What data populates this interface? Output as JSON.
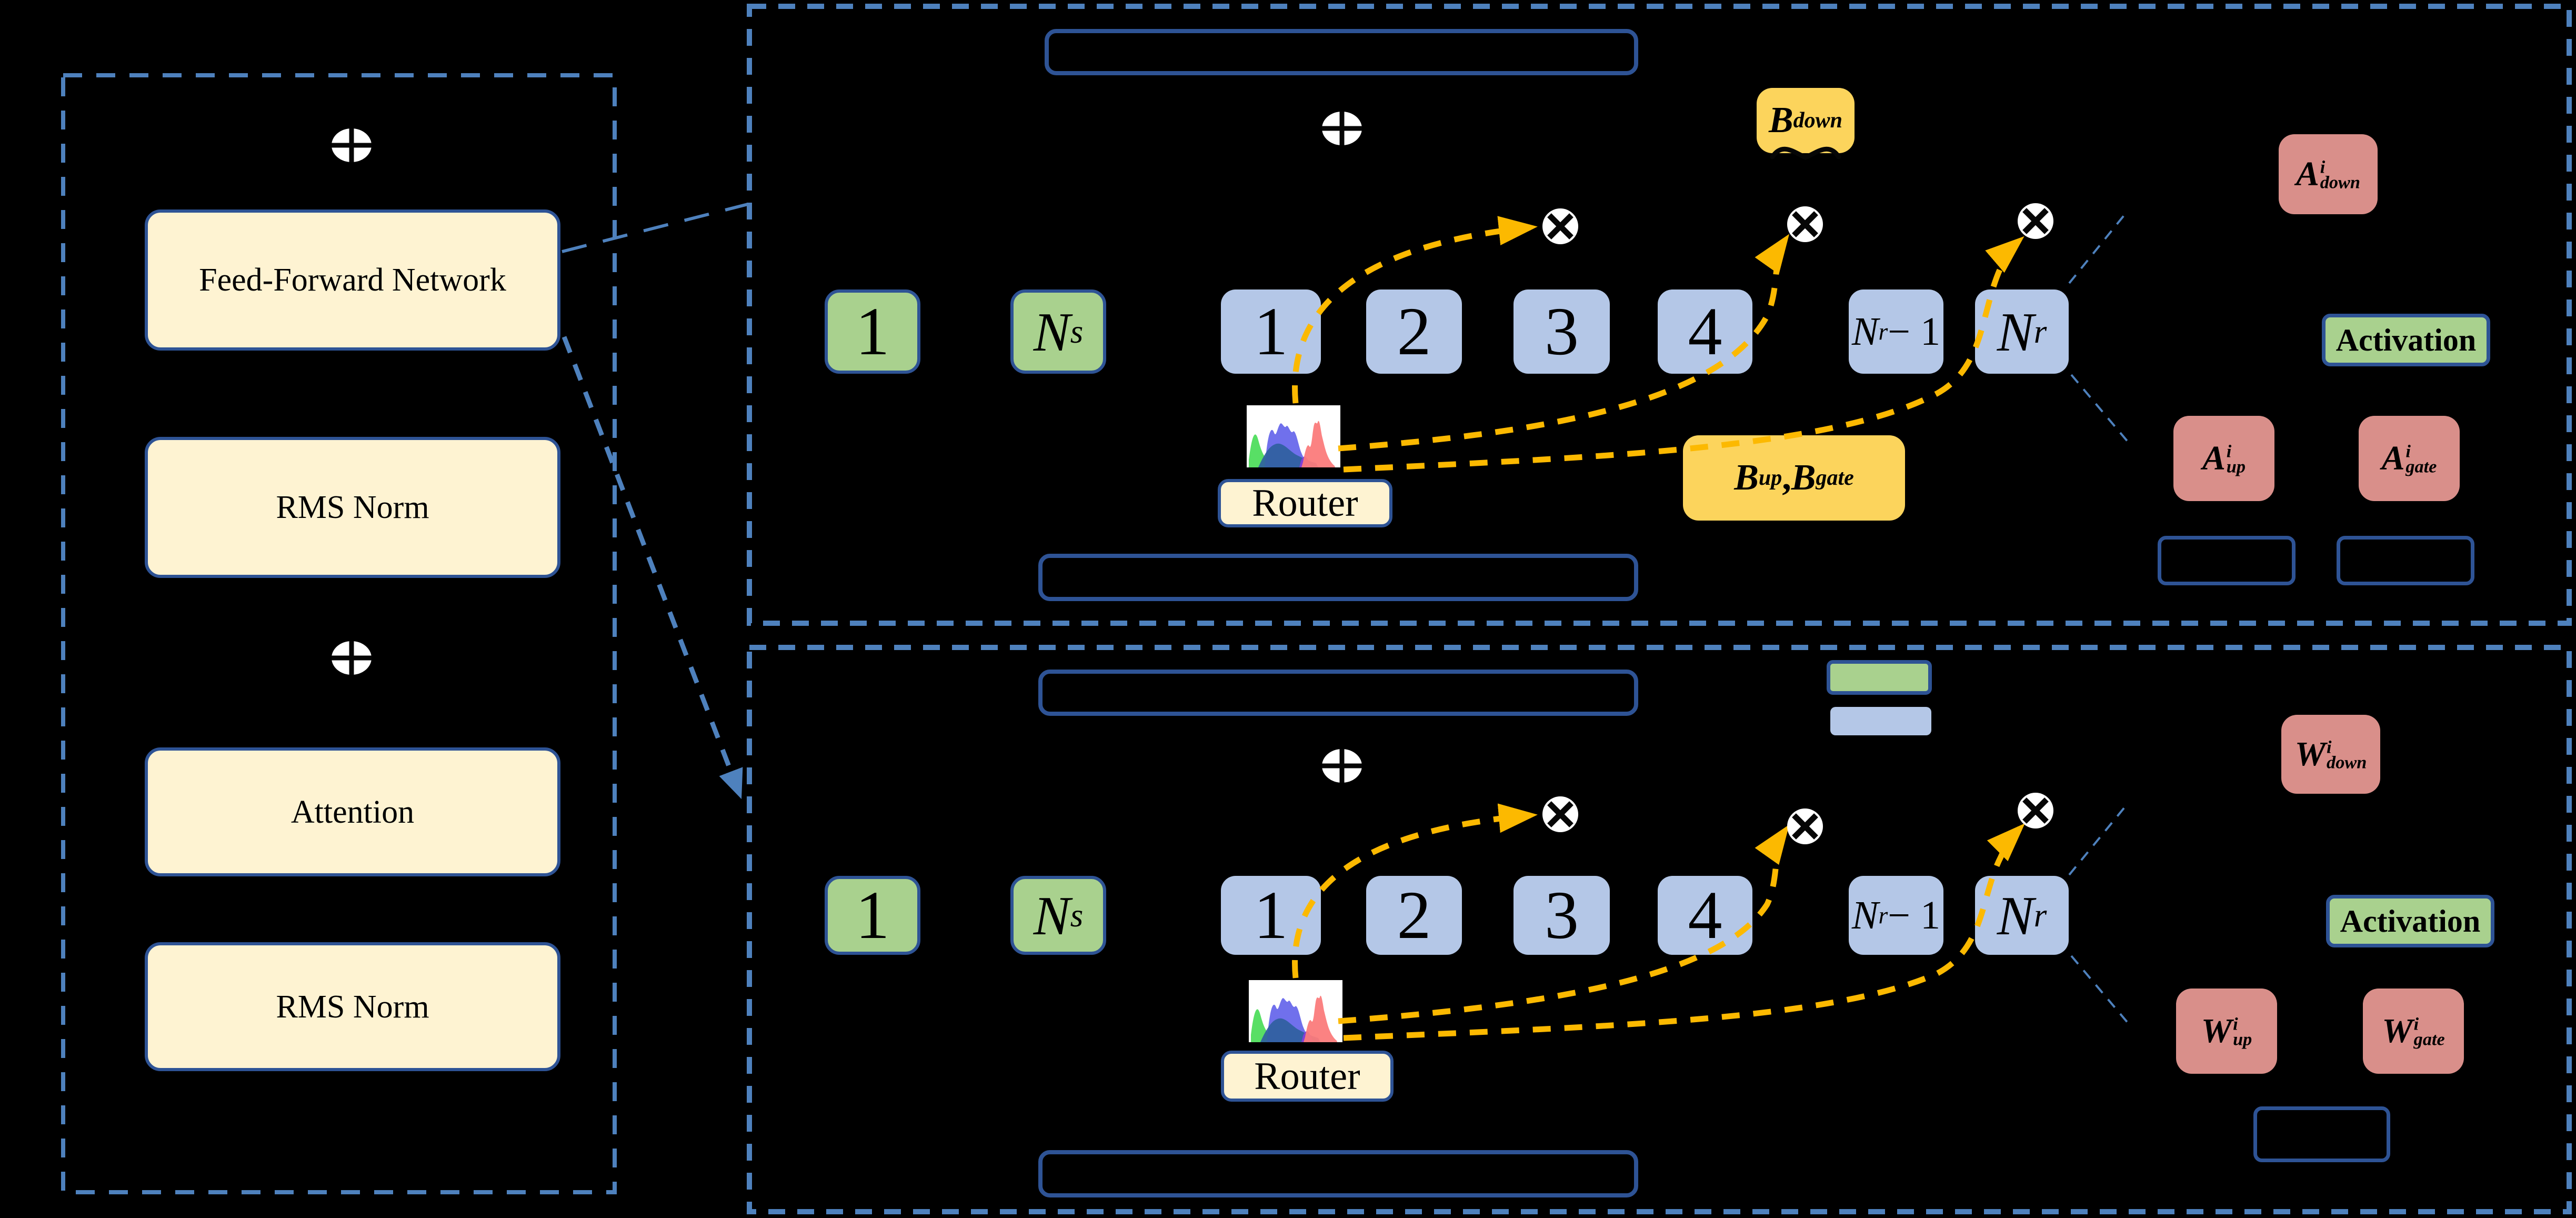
{
  "left_panel": {
    "blocks": [
      {
        "label": "Feed-Forward Network"
      },
      {
        "label": "RMS Norm"
      },
      {
        "label": "Attention"
      },
      {
        "label": "RMS Norm"
      }
    ]
  },
  "moe_lora_panel": {
    "shared_experts": [
      [
        {
          "text": "1"
        }
      ],
      [
        {
          "base": "N",
          "sub": "s"
        }
      ]
    ],
    "routed_experts": [
      [
        {
          "text": "1"
        }
      ],
      [
        {
          "text": "2"
        }
      ],
      [
        {
          "text": "3"
        }
      ],
      [
        {
          "text": "4"
        }
      ],
      [
        {
          "base": "N",
          "sub": "r",
          "suffix": " − 1"
        }
      ],
      [
        {
          "base": "N",
          "sub": "r"
        }
      ]
    ],
    "router_label": "Router",
    "b_down": [
      {
        "base": "B",
        "sub": "down"
      }
    ],
    "b_up_gate": [
      {
        "base": "B",
        "sub": "up"
      },
      {
        "text": " , "
      },
      {
        "base": "B",
        "sub": "gate"
      }
    ],
    "a_down": [
      {
        "base": "A",
        "sup": "i",
        "sub": "down"
      }
    ],
    "a_up": [
      {
        "base": "A",
        "sup": "i",
        "sub": "up"
      }
    ],
    "a_gate": [
      {
        "base": "A",
        "sup": "i",
        "sub": "gate"
      }
    ],
    "activation_label": "Activation"
  },
  "moe_merged_panel": {
    "shared_experts": [
      [
        {
          "text": "1"
        }
      ],
      [
        {
          "base": "N",
          "sub": "s"
        }
      ]
    ],
    "routed_experts": [
      [
        {
          "text": "1"
        }
      ],
      [
        {
          "text": "2"
        }
      ],
      [
        {
          "text": "3"
        }
      ],
      [
        {
          "text": "4"
        }
      ],
      [
        {
          "base": "N",
          "sub": "r",
          "suffix": " − 1"
        }
      ],
      [
        {
          "base": "N",
          "sub": "r"
        }
      ]
    ],
    "router_label": "Router",
    "w_down": [
      {
        "base": "W",
        "sup": "i",
        "sub": "down"
      }
    ],
    "w_up": [
      {
        "base": "W",
        "sup": "i",
        "sub": "up"
      }
    ],
    "w_gate": [
      {
        "base": "W",
        "sup": "i",
        "sub": "gate"
      }
    ],
    "activation_label": "Activation",
    "legend": {
      "shared_expert_color": "#A9D18E",
      "routed_expert_color": "#B4C7E7"
    }
  },
  "icons": {
    "add": "circle-plus",
    "multiply": "circle-cross"
  },
  "colors": {
    "panel_dash_blue": "#4E81BD",
    "navy_border": "#2E5395",
    "cream": "#FEF3D2",
    "expert_blue": "#B4C7E7",
    "expert_green": "#A9D18E",
    "lora_yellow": "#FCD45C",
    "weight_red": "#D98F8A",
    "arrow_yellow": "#FCB900"
  }
}
